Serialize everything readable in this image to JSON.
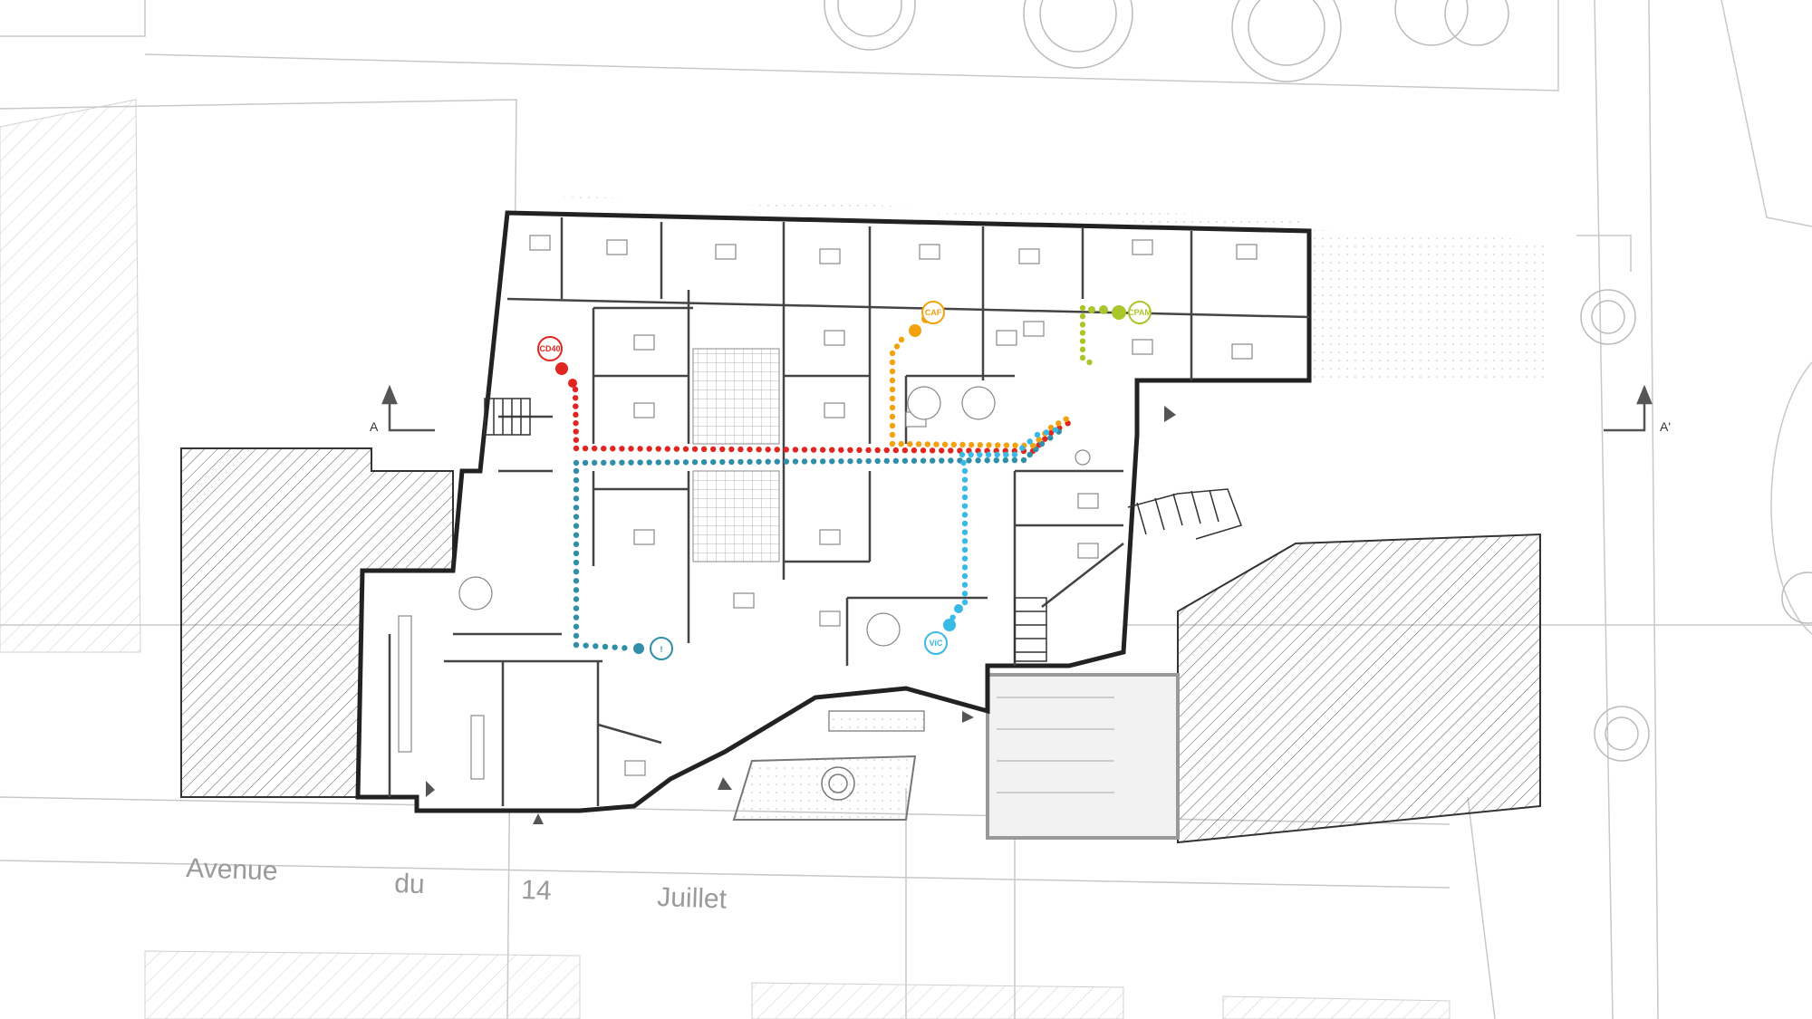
{
  "street": {
    "word1": "Avenue",
    "word2": "du",
    "word3": "14",
    "word4": "Juillet"
  },
  "section_markers": {
    "left": "A",
    "right": "A'"
  },
  "route_colors": {
    "red": "#e0261f",
    "teal": "#2f8fa8",
    "orange": "#f2a20f",
    "green": "#a8c72a",
    "blue": "#39b9e6"
  },
  "badges": [
    {
      "text": "CD40",
      "color": "#e0261f"
    },
    {
      "text": "!",
      "color": "#2f8fa8"
    },
    {
      "text": "ViC",
      "color": "#39b9e6"
    },
    {
      "text": "CAF",
      "color": "#f2a20f"
    },
    {
      "text": "CPAM",
      "color": "#a8c72a"
    }
  ]
}
